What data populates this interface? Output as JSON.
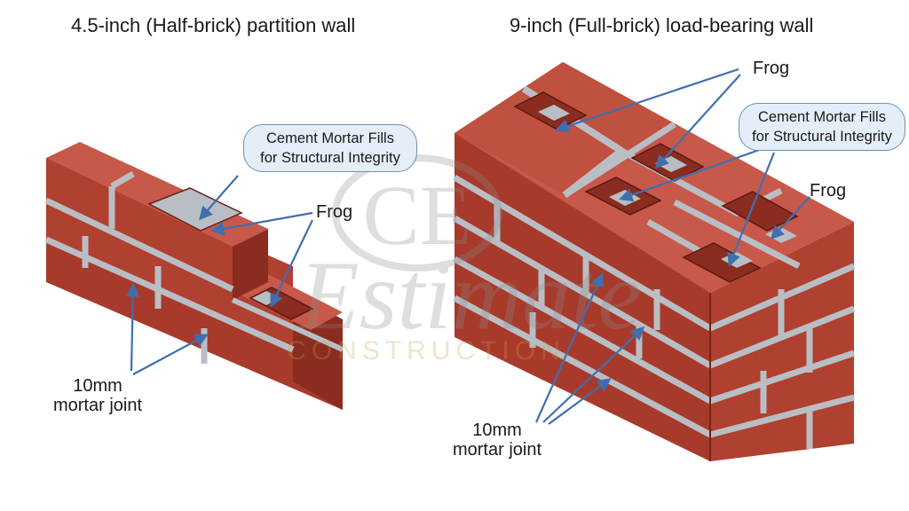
{
  "left_panel": {
    "title": "4.5-inch (Half-brick) partition wall",
    "callout": [
      "Cement Mortar Fills",
      "for Structural Integrity"
    ],
    "frog_label": "Frog",
    "mortar_label": [
      "10mm",
      "mortar joint"
    ]
  },
  "right_panel": {
    "title": "9-inch (Full-brick) load-bearing wall",
    "frog_label_top": "Frog",
    "frog_label_right": "Frog",
    "callout": [
      "Cement Mortar Fills",
      "for Structural Integrity"
    ],
    "mortar_label": [
      "10mm",
      "mortar joint"
    ]
  },
  "watermark": {
    "logo_text": "CE",
    "script_text": "Estimate",
    "subtitle": "CONSTRUCTION"
  },
  "colors": {
    "brick_top": "#c8584a",
    "brick_front": "#a83a2c",
    "brick_side": "#8a2c20",
    "mortar": "#b9bec4",
    "arrow": "#3f6fae",
    "callout_fill": "#e3eef8"
  }
}
